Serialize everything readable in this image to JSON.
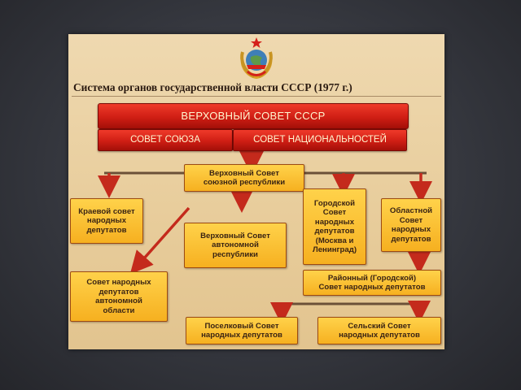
{
  "title": "Система органов государственной власти СССР (1977 г.)",
  "emblem": {
    "icon": "ussr-coat-of-arms"
  },
  "supreme_soviet": "ВЕРХОВНЫЙ СОВЕТ СССР",
  "chambers": [
    "СОВЕТ СОЮЗА",
    "СОВЕТ НАЦИОНАЛЬНОСТЕЙ"
  ],
  "nodes": {
    "union_republic": "Верховный Совет\nсоюзной республики",
    "krai": "Краевой совет\nнародных\nдепутатов",
    "autonomous_republic": "Верховный Совет\nавтономной\nреспублики",
    "city_federal": "Городской\nСовет\nнародных\nдепутатов\n(Москва и\nЛенинград)",
    "oblast": "Областной\nСовет\nнародных\nдепутатов",
    "autonomous_oblast": "Совет народных\nдепутатов\nавтономной\nобласти",
    "district": "Районный (Городской)\nСовет народных депутатов",
    "settlement": "Поселковый Совет\nнародных депутатов",
    "village": "Сельский Совет\nнародных депутатов"
  },
  "colors": {
    "background": "#efd9b0",
    "red": "#cf1e14",
    "box_fill": "#ffc230",
    "box_border": "#9c4a12",
    "connector": "#6b5038",
    "arrow": "#c42a1c"
  }
}
